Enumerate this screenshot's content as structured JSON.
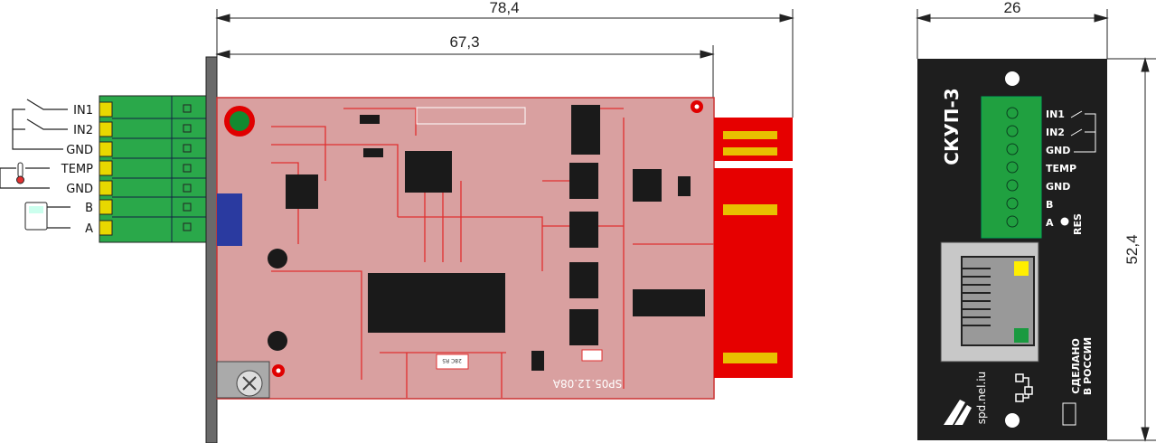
{
  "dimensions": {
    "total_length": "78,4",
    "board_length": "67,3",
    "panel_width": "26",
    "panel_height": "52,4"
  },
  "terminal_labels": [
    "IN1",
    "IN2",
    "GND",
    "TEMP",
    "GND",
    "B",
    "A"
  ],
  "board": {
    "marking": "SP05.12.08A",
    "part_label": "28C R5"
  },
  "panel": {
    "title": "СКУП-3",
    "labels": [
      "IN1",
      "IN2",
      "GND",
      "TEMP",
      "GND",
      "B",
      "A"
    ],
    "reset_label": "RES",
    "website": "spd.nel.iu",
    "made_in_line1": "СДЕЛАНО",
    "made_in_line2": "В РОССИИ",
    "colors": {
      "panel": "#1e1e1e",
      "terminal": "#20a040",
      "led_yellow": "#ffee00",
      "led_green": "#1a9a40"
    }
  },
  "colors": {
    "pcb": "#d9a0a0",
    "connector": "#e60000",
    "gold": "#e8c000",
    "bracket": "#6a6a6a"
  }
}
